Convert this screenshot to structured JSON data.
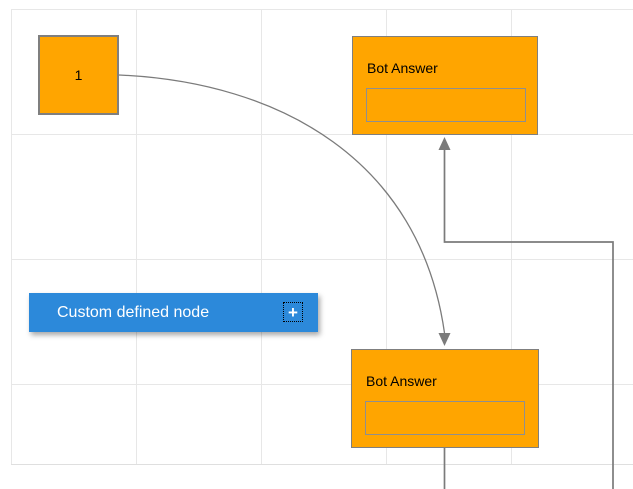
{
  "canvas": {
    "grid_color": "#e7e7e7",
    "background": "#ffffff"
  },
  "nodes": {
    "start": {
      "label": "1",
      "fill": "#ffa500",
      "border": "#7f7f7f"
    },
    "bot_answer_top": {
      "title": "Bot Answer",
      "fill": "#ffa500",
      "border": "#7f7f7f"
    },
    "bot_answer_bottom": {
      "title": "Bot Answer",
      "fill": "#ffa500",
      "border": "#7f7f7f"
    },
    "custom": {
      "label": "Custom defined node",
      "fill": "#2c89da",
      "text_color": "#ffffff",
      "add_icon": "+"
    }
  },
  "connectors": {
    "color": "#7b7b7b"
  }
}
